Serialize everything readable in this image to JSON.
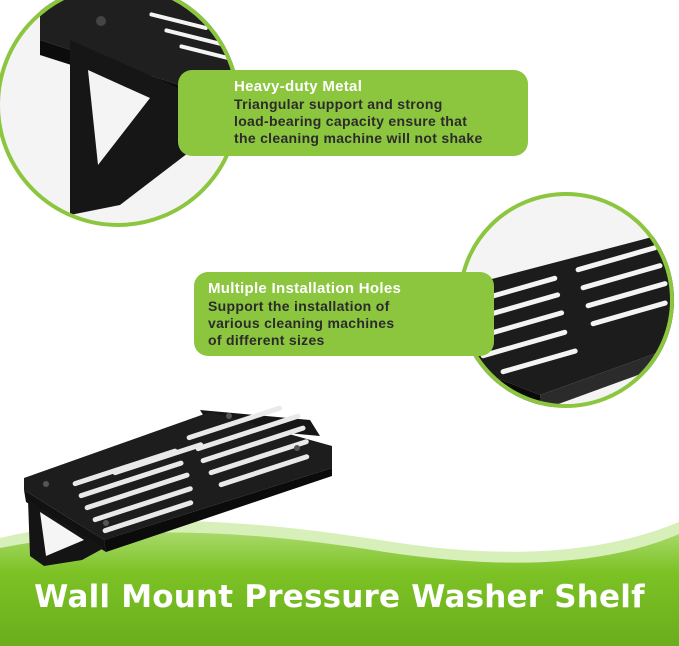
{
  "callouts": {
    "metal": {
      "title": "Heavy-duty Metal",
      "lines": [
        "Triangular support and strong",
        "load-bearing capacity ensure that",
        "the cleaning machine will not shake"
      ]
    },
    "holes": {
      "title": "Multiple Installation Holes",
      "lines": [
        "Support the installation of",
        "various cleaning machines",
        "of different sizes"
      ]
    }
  },
  "banner": {
    "title": "Wall Mount Pressure Washer Shelf"
  },
  "colors": {
    "accent_green": "#8cc63f",
    "banner_green": "#7cc225",
    "shelf_black": "#1b1b1b"
  },
  "icons": [
    "shelf-bracket-closeup",
    "slotted-shelf-closeup",
    "wall-shelf-product"
  ]
}
